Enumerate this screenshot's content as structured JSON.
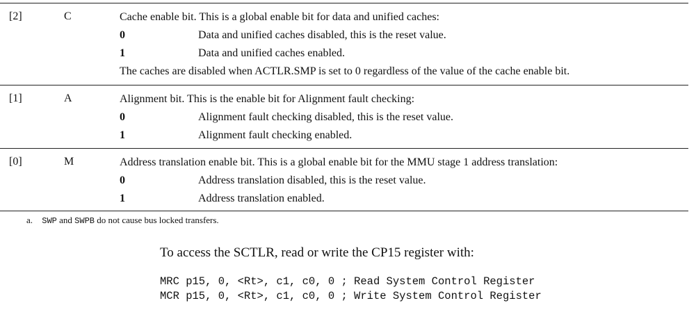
{
  "rows": [
    {
      "bits": "[2]",
      "name": "C",
      "description": "Cache enable bit. This is a global enable bit for data and unified caches:",
      "values": [
        {
          "value": "0",
          "text": "Data and unified caches disabled, this is the reset value."
        },
        {
          "value": "1",
          "text": "Data and unified caches enabled."
        }
      ],
      "note": "The caches are disabled when ACTLR.SMP is set to 0 regardless of the value of the cache enable bit."
    },
    {
      "bits": "[1]",
      "name": "A",
      "description": "Alignment bit. This is the enable bit for Alignment fault checking:",
      "values": [
        {
          "value": "0",
          "text": "Alignment fault checking disabled, this is the reset value."
        },
        {
          "value": "1",
          "text": "Alignment fault checking enabled."
        }
      ]
    },
    {
      "bits": "[0]",
      "name": "M",
      "description": "Address translation enable bit. This is a global enable bit for the MMU stage 1 address translation:",
      "values": [
        {
          "value": "0",
          "text": "Address translation disabled, this is the reset value."
        },
        {
          "value": "1",
          "text": "Address translation enabled."
        }
      ]
    }
  ],
  "footnote": {
    "mark": "a.",
    "code1": "SWP",
    "and": "and",
    "code2": "SWPB",
    "text": "do not cause bus locked transfers."
  },
  "access_text": "To access the SCTLR, read or write the CP15 register with:",
  "code_lines": [
    "MRC p15, 0, <Rt>, c1, c0, 0 ; Read System Control Register",
    "MCR p15, 0, <Rt>, c1, c0, 0 ; Write System Control Register"
  ]
}
